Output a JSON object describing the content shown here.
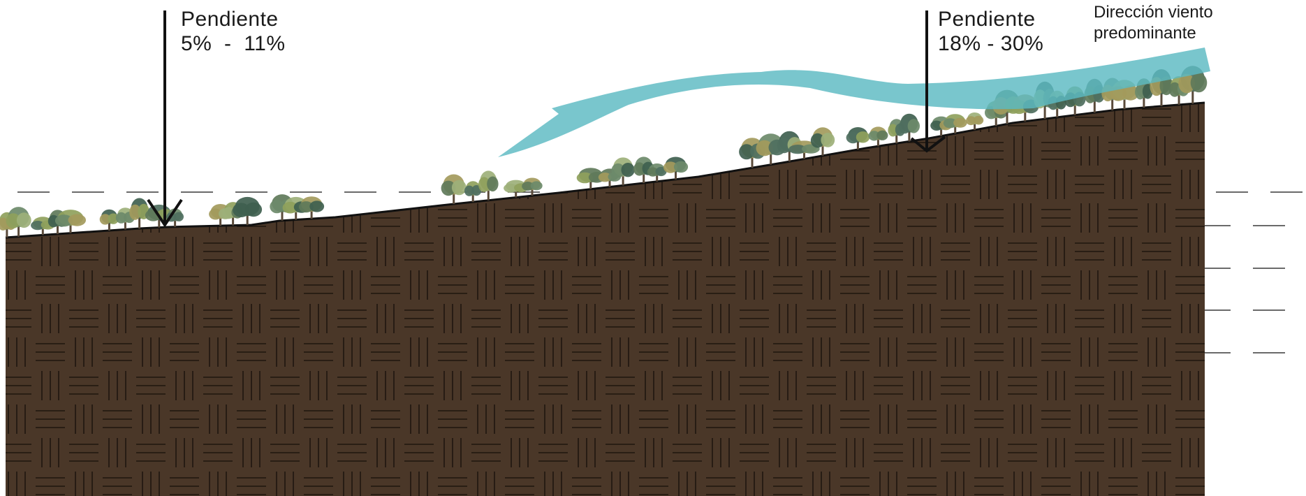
{
  "annotations": {
    "slope_left": {
      "title": "Pendiente",
      "range": "5%  -  11%"
    },
    "slope_right": {
      "title": "Pendiente",
      "range": "18% - 30%"
    },
    "wind": {
      "line1": "Dirección viento",
      "line2": "predominante"
    }
  },
  "colors": {
    "soil": "#4a3728",
    "soil_pattern": "#1e150e",
    "wind_arrow": "#5bbac2",
    "annotation": "#1a1a1a",
    "foliage": [
      "#5f7a5a",
      "#8fa15c",
      "#6d8a6a",
      "#a39a5c",
      "#4f6f5f",
      "#9db07a",
      "#3f5f4f"
    ]
  },
  "legend_icons": [
    "pointer-arrow-icon",
    "wind-arrow-icon",
    "tree-icon"
  ]
}
